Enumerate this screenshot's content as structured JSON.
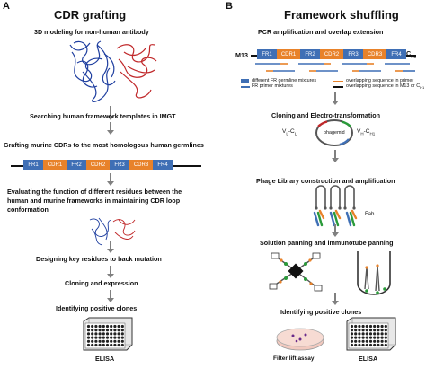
{
  "panel_a": {
    "letter": "A",
    "title": "CDR grafting",
    "steps": [
      "3D modeling for non-human antibody",
      "Searching human framework templates  in IMGT",
      "Grafting murine CDRs to the most homologous human germlines",
      "Evaluating the function of different residues between the",
      "human and murine frameworks  in maintaining CDR loop",
      "conformation",
      "Designing key residues to back mutation",
      "Cloning and expression",
      "Identifying  positive clones",
      "ELISA"
    ],
    "segments": [
      "FR1",
      "CDR1",
      "FR2",
      "CDR2",
      "FR3",
      "CDR3",
      "FR4"
    ]
  },
  "panel_b": {
    "letter": "B",
    "title": "Framework shuffling",
    "steps": [
      "PCR amplification and overlap extension",
      "Cloning and Electro-transformation",
      "Phage Library construction and amplification",
      "Solution panning and immunotube panning",
      "Identifying  positive clones"
    ],
    "m13_label": "M13",
    "ch1_label": "C",
    "ch1_sub": "H1",
    "segments": [
      "FR1",
      "CDR1",
      "FR2",
      "CDR2",
      "FR3",
      "CDR3",
      "FR4"
    ],
    "legend": [
      "different FR germline mixtures",
      "FR primer mixtures",
      "overlapping sequence in primer",
      "overlapping sequence in M13 or C"
    ],
    "legend_sub": "H1",
    "plasmid_left": "V",
    "plasmid_left_sub1": "L",
    "plasmid_left_mid": "-C",
    "plasmid_left_sub2": "L",
    "plasmid_center": "phagemid",
    "plasmid_right": "V",
    "plasmid_right_sub1": "H",
    "plasmid_right_mid": "-C",
    "plasmid_right_sub2": "H1",
    "fab_label": "Fab",
    "filter_label": "Filter lift assay",
    "elisa_label": "ELISA"
  },
  "colors": {
    "fr": "#3f6fb5",
    "cdr": "#e8822a",
    "arrow": "#808080",
    "heavy_chain": "#1f3fa0",
    "light_chain": "#c0282a"
  }
}
